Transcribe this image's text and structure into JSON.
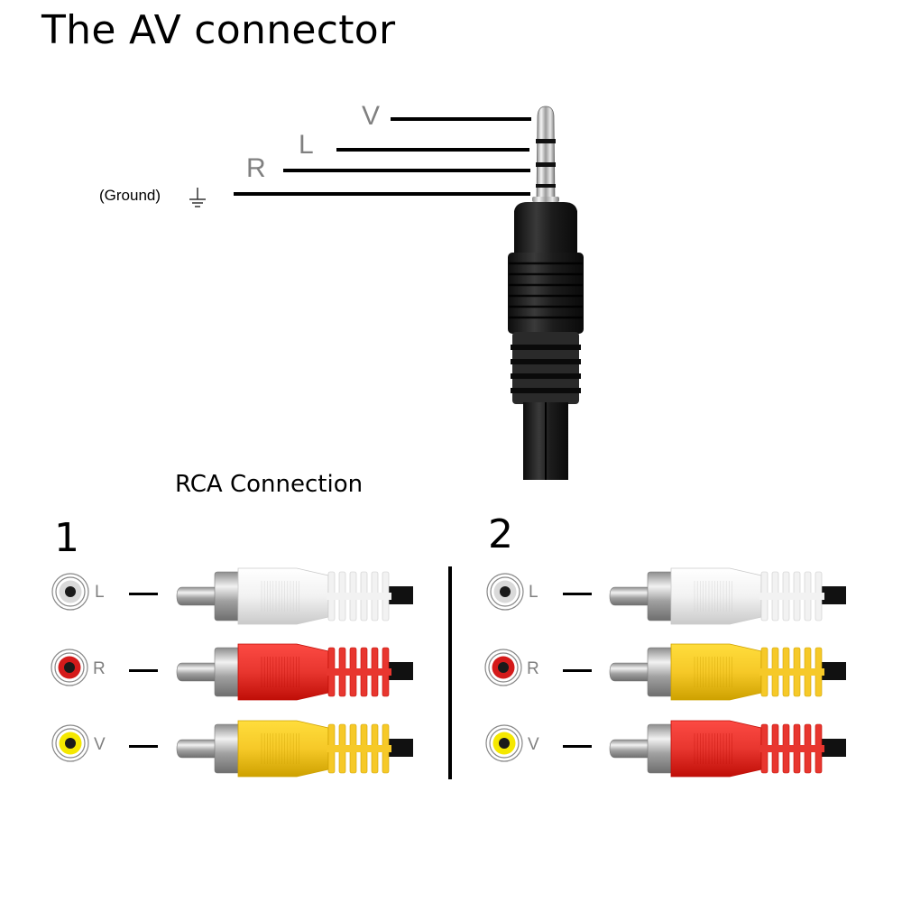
{
  "title": "The AV connector",
  "trrs": {
    "pins": [
      {
        "label": "V"
      },
      {
        "label": "L"
      },
      {
        "label": "R"
      },
      {
        "label": "(Ground)",
        "icon": "ground-symbol-icon"
      }
    ],
    "plug_color": "#1a1a1a",
    "tip_color": "#d9d9d9"
  },
  "rca": {
    "section_title": "RCA Connection",
    "groups": [
      {
        "number": "1",
        "rows": [
          {
            "channel": "L",
            "jack_color": "#d9d9d9",
            "plug_color": "#f2f2f2",
            "plug_name": "white"
          },
          {
            "channel": "R",
            "jack_color": "#d41a1a",
            "plug_color": "#e8362f",
            "plug_name": "red"
          },
          {
            "channel": "V",
            "jack_color": "#f5e800",
            "plug_color": "#f6c928",
            "plug_name": "yellow"
          }
        ]
      },
      {
        "number": "2",
        "rows": [
          {
            "channel": "L",
            "jack_color": "#d9d9d9",
            "plug_color": "#f2f2f2",
            "plug_name": "white"
          },
          {
            "channel": "R",
            "jack_color": "#d41a1a",
            "plug_color": "#f6c928",
            "plug_name": "yellow"
          },
          {
            "channel": "V",
            "jack_color": "#f5e800",
            "plug_color": "#e8362f",
            "plug_name": "red"
          }
        ]
      }
    ]
  }
}
